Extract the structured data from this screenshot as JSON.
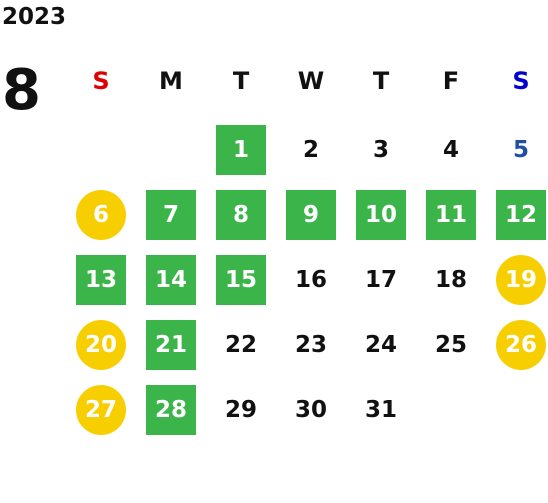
{
  "year": "2023",
  "month": "8",
  "colors": {
    "sunday": "#e00000",
    "saturday": "#0000d0",
    "saturday_plain": "#1f4fa2",
    "weekday": "#111111",
    "green_fill": "#3bb44a",
    "yellow_fill": "#f7cf00"
  },
  "weekdays": [
    {
      "label": "S",
      "kind": "sunday"
    },
    {
      "label": "M",
      "kind": "weekday"
    },
    {
      "label": "T",
      "kind": "weekday"
    },
    {
      "label": "W",
      "kind": "weekday"
    },
    {
      "label": "T",
      "kind": "weekday"
    },
    {
      "label": "F",
      "kind": "weekday"
    },
    {
      "label": "S",
      "kind": "saturday"
    }
  ],
  "first_weekday_index": 2,
  "days": [
    {
      "n": "1",
      "style": "green"
    },
    {
      "n": "2",
      "style": "plain"
    },
    {
      "n": "3",
      "style": "plain"
    },
    {
      "n": "4",
      "style": "plain"
    },
    {
      "n": "5",
      "style": "saturday_plain"
    },
    {
      "n": "6",
      "style": "yellow"
    },
    {
      "n": "7",
      "style": "green"
    },
    {
      "n": "8",
      "style": "green"
    },
    {
      "n": "9",
      "style": "green"
    },
    {
      "n": "10",
      "style": "green"
    },
    {
      "n": "11",
      "style": "green"
    },
    {
      "n": "12",
      "style": "green"
    },
    {
      "n": "13",
      "style": "green"
    },
    {
      "n": "14",
      "style": "green"
    },
    {
      "n": "15",
      "style": "green"
    },
    {
      "n": "16",
      "style": "plain"
    },
    {
      "n": "17",
      "style": "plain"
    },
    {
      "n": "18",
      "style": "plain"
    },
    {
      "n": "19",
      "style": "yellow"
    },
    {
      "n": "20",
      "style": "yellow"
    },
    {
      "n": "21",
      "style": "green"
    },
    {
      "n": "22",
      "style": "plain"
    },
    {
      "n": "23",
      "style": "plain"
    },
    {
      "n": "24",
      "style": "plain"
    },
    {
      "n": "25",
      "style": "plain"
    },
    {
      "n": "26",
      "style": "yellow"
    },
    {
      "n": "27",
      "style": "yellow"
    },
    {
      "n": "28",
      "style": "green"
    },
    {
      "n": "29",
      "style": "plain"
    },
    {
      "n": "30",
      "style": "plain"
    },
    {
      "n": "31",
      "style": "plain"
    }
  ]
}
